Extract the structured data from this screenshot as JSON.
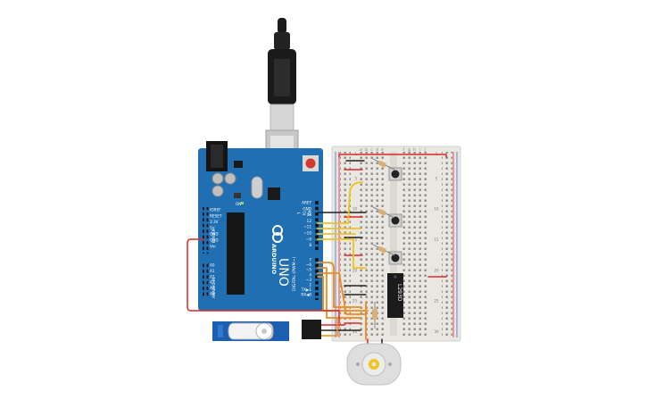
{
  "board": {
    "brand": "ARDUINO",
    "model": "UNO",
    "digital_label": "DIGITAL (PWM~)",
    "analog_label": "ANALOG IN",
    "power_label": "POWER",
    "on_label": "ON",
    "tx_label": "TX",
    "rx_label": "RX",
    "l_label": "L",
    "power_pins": [
      "IOREF",
      "RESET",
      "3.3V",
      "5V",
      "GND",
      "GND",
      "Vin"
    ],
    "analog_pins": [
      "A0",
      "A1",
      "A2",
      "A3",
      "A4",
      "A5"
    ],
    "digital_pins": [
      "AREF",
      "GND",
      "13",
      "12",
      "~11",
      "~10",
      "~9",
      "8",
      "7",
      "~6",
      "~5",
      "4",
      "~3",
      "2",
      "TX▶1",
      "RX◀0"
    ]
  },
  "chip": {
    "label": "L293D"
  },
  "breadboard": {
    "columns_top": [
      "a",
      "b",
      "c",
      "d",
      "e"
    ],
    "columns_bottom": [
      "f",
      "g",
      "h",
      "i",
      "j"
    ],
    "row_numbers": [
      "1",
      "5",
      "10",
      "15",
      "20",
      "25",
      "30"
    ]
  },
  "colors": {
    "board": "#1f6fb2",
    "wire_red": "#e0262b",
    "wire_black": "#222222",
    "wire_yellow": "#f2c318",
    "wire_orange": "#f08a1c",
    "servo": "#1c5fb0",
    "breadboard": "#e9e7e2"
  },
  "icons": {
    "usb": "usb-cable-icon",
    "motor": "dc-motor-icon",
    "servo": "servo-icon"
  }
}
